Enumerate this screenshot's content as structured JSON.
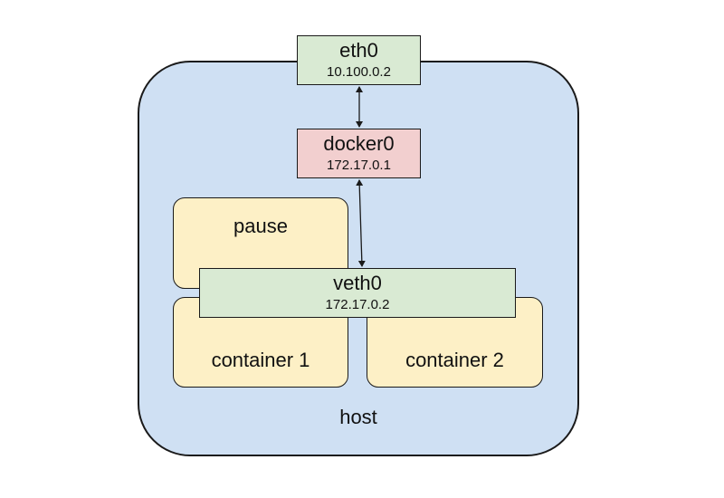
{
  "host": {
    "label": "host"
  },
  "interfaces": {
    "eth0": {
      "name": "eth0",
      "ip": "10.100.0.2"
    },
    "docker0": {
      "name": "docker0",
      "ip": "172.17.0.1"
    },
    "veth0": {
      "name": "veth0",
      "ip": "172.17.0.2"
    }
  },
  "containers": {
    "pause": "pause",
    "container1": "container 1",
    "container2": "container 2"
  },
  "colors": {
    "host_fill": "#cfe0f3",
    "interface_green": "#d9ead3",
    "bridge_red": "#f2cfcf",
    "container_yellow": "#fdf0c6",
    "stroke": "#1a1a1a"
  },
  "links": [
    {
      "from": "eth0",
      "to": "docker0",
      "bidirectional": true
    },
    {
      "from": "docker0",
      "to": "veth0",
      "bidirectional": true
    }
  ]
}
